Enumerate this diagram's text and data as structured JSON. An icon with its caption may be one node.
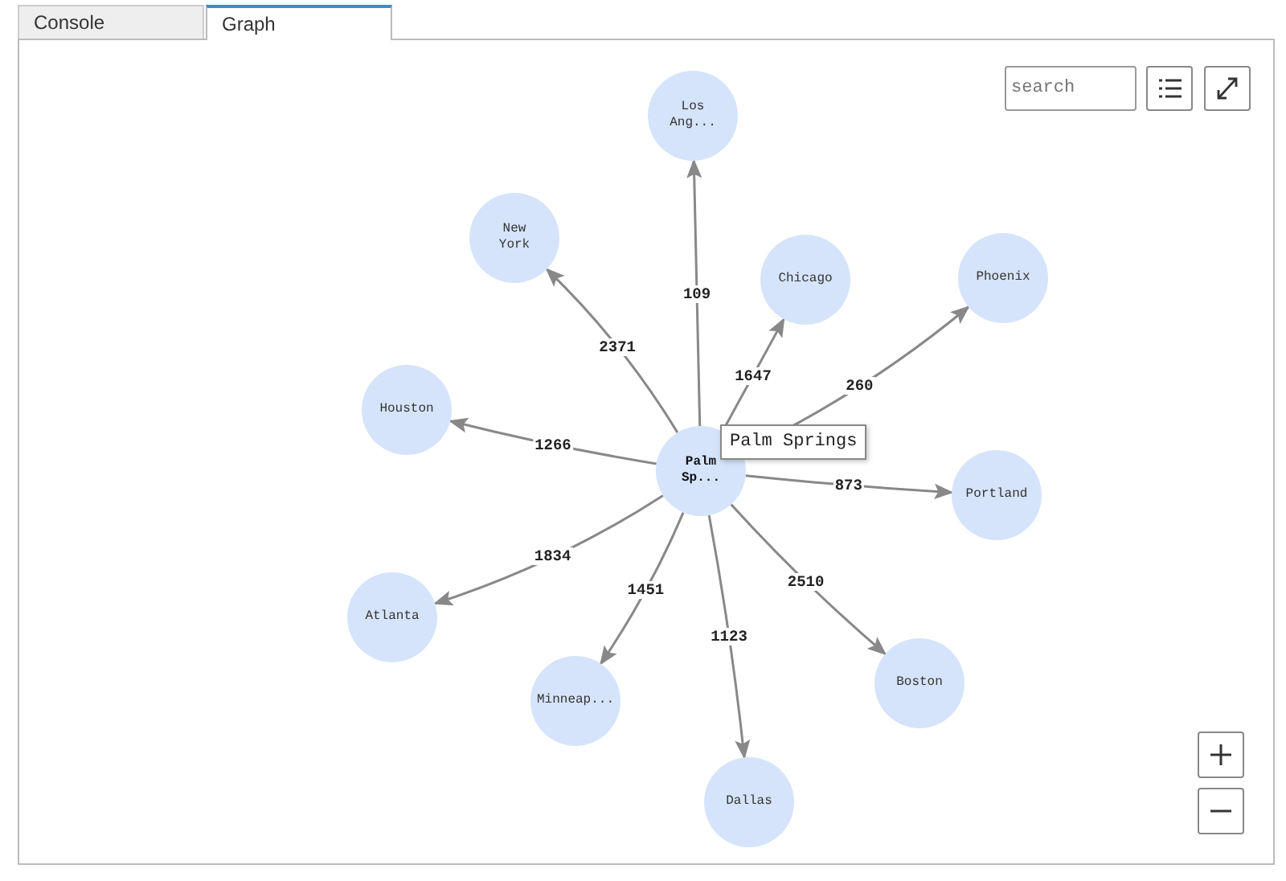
{
  "diagram": {
    "nodes": [
      {
        "text": [
          "Los Ang..."
        ]
      },
      {
        "text": [
          "New York"
        ]
      },
      {
        "text": [
          "Chicago"
        ]
      },
      {
        "text": [
          "Phoenix"
        ]
      },
      {
        "text": [
          "Houston"
        ]
      },
      {
        "text": [
          "Palm Sp..."
        ],
        "beside": [
          "Palm Springs"
        ]
      },
      {
        "text": [
          "Portland"
        ]
      },
      {
        "text": [
          "Atlanta"
        ]
      },
      {
        "text": [
          "Boston"
        ]
      },
      {
        "text": [
          "Minneap..."
        ]
      },
      {
        "text": [
          "Dallas"
        ]
      }
    ],
    "edges": [
      {
        "from": 5,
        "to": 0,
        "arrow": "to",
        "label": "109"
      },
      {
        "from": 5,
        "to": 1,
        "arrow": "to",
        "label": "2371"
      },
      {
        "from": 5,
        "to": 2,
        "arrow": "to",
        "label": "1647"
      },
      {
        "from": 5,
        "to": 3,
        "arrow": "to",
        "label": "260"
      },
      {
        "from": 5,
        "to": 4,
        "arrow": "to",
        "label": "1266"
      },
      {
        "from": 5,
        "to": 6,
        "arrow": "to",
        "label": "873"
      },
      {
        "from": 5,
        "to": 7,
        "arrow": "to",
        "label": "1834"
      },
      {
        "from": 5,
        "to": 9,
        "arrow": "to",
        "label": "1451"
      },
      {
        "from": 5,
        "to": 10,
        "arrow": "to",
        "label": "1123"
      },
      {
        "from": 5,
        "to": 8,
        "arrow": "to",
        "label": "2510"
      }
    ],
    "labels": [
      "Console",
      "Graph",
      "search"
    ]
  }
}
